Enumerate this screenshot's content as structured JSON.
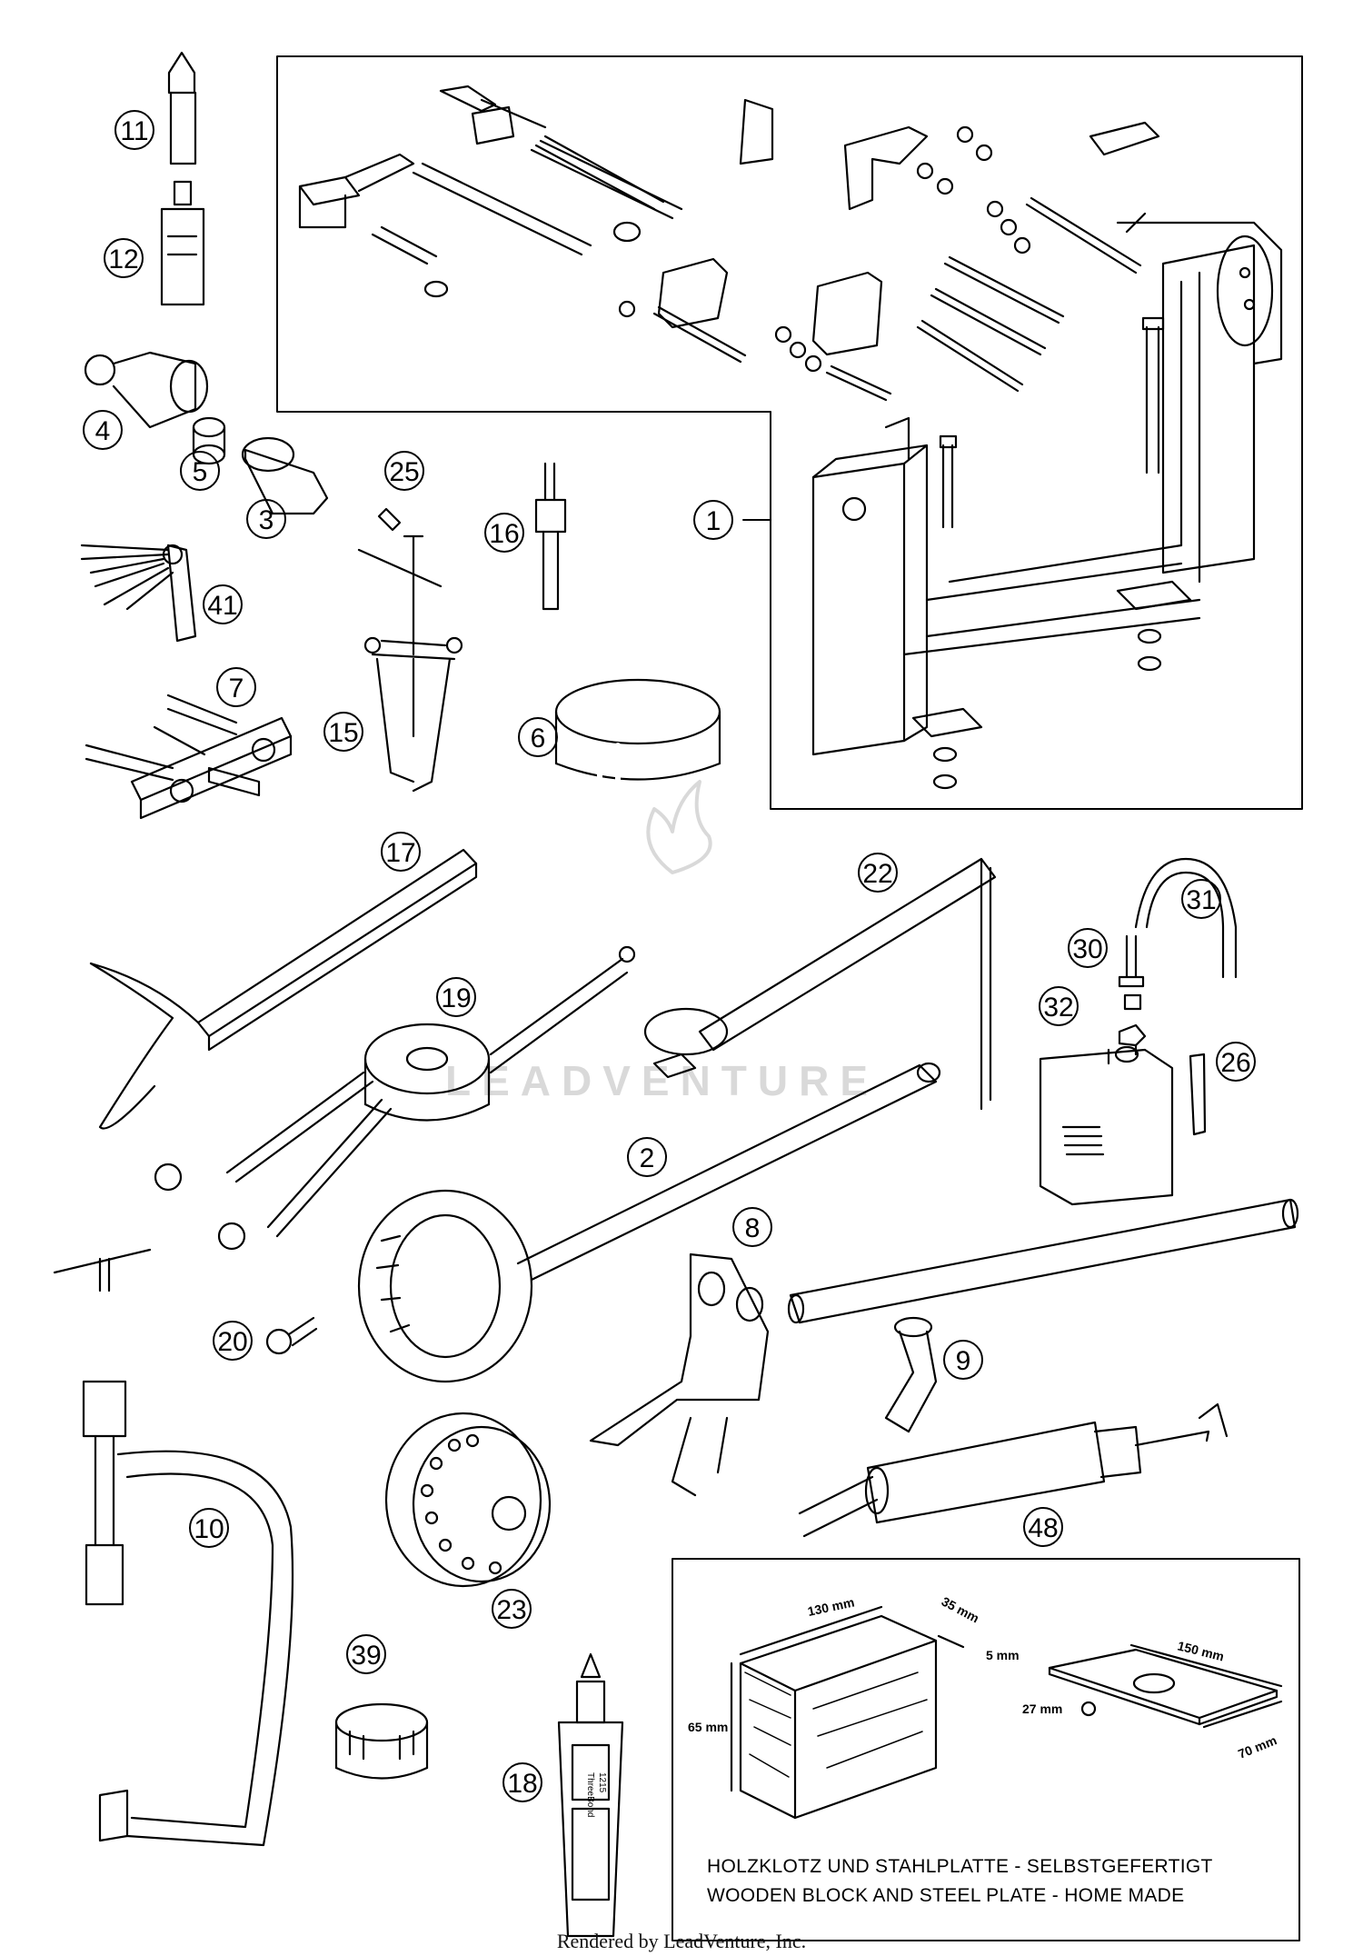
{
  "callouts": {
    "c11": "11",
    "c12": "12",
    "c4": "4",
    "c5": "5",
    "c3": "3",
    "c25": "25",
    "c16": "16",
    "c1": "1",
    "c41": "41",
    "c7": "7",
    "c15": "15",
    "c6": "6",
    "c17": "17",
    "c22": "22",
    "c31": "31",
    "c30": "30",
    "c19": "19",
    "c32": "32",
    "c26": "26",
    "c2": "2",
    "c8": "8",
    "c20": "20",
    "c9": "9",
    "c10": "10",
    "c48": "48",
    "c23": "23",
    "c39": "39",
    "c18": "18"
  },
  "inset": {
    "dims": {
      "block_length": "130 mm",
      "block_depth": "35 mm",
      "block_height": "65 mm",
      "plate_thickness": "5 mm",
      "plate_length": "150 mm",
      "plate_hole": "27 mm",
      "plate_width": "70 mm"
    },
    "caption_de": "HOLZKLOTZ UND STAHLPLATTE - SELBSTGEFERTIGT",
    "caption_en": "WOODEN BLOCK AND STEEL PLATE - HOME MADE"
  },
  "tube_label_1": "ThreeBond",
  "tube_label_2": "1215",
  "watermark": "LEADVENTURE",
  "footer": "Rendered by LeadVenture, Inc.",
  "colors": {
    "line": "#000000",
    "background": "#ffffff",
    "watermark": "#d9d9d9"
  }
}
